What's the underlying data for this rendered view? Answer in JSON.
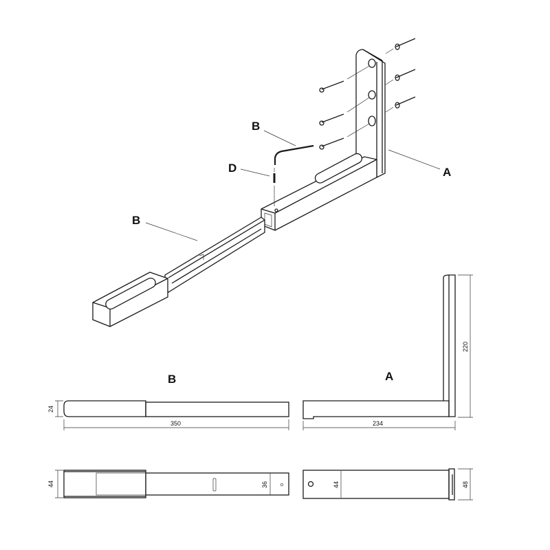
{
  "drawing": {
    "callouts": {
      "allen_key": "B",
      "set_screw": "D",
      "bracket": "A",
      "extension": "B"
    },
    "views": {
      "extension_label": "B",
      "bracket_label": "A"
    },
    "dimensions": {
      "extension_height": "24",
      "extension_length": "350",
      "bracket_length": "234",
      "bracket_height": "220",
      "extension_width": "44",
      "extension_inner_width": "36",
      "bracket_width": "44",
      "bracket_plate_width": "48"
    },
    "line_color": "#1a1a1a"
  }
}
